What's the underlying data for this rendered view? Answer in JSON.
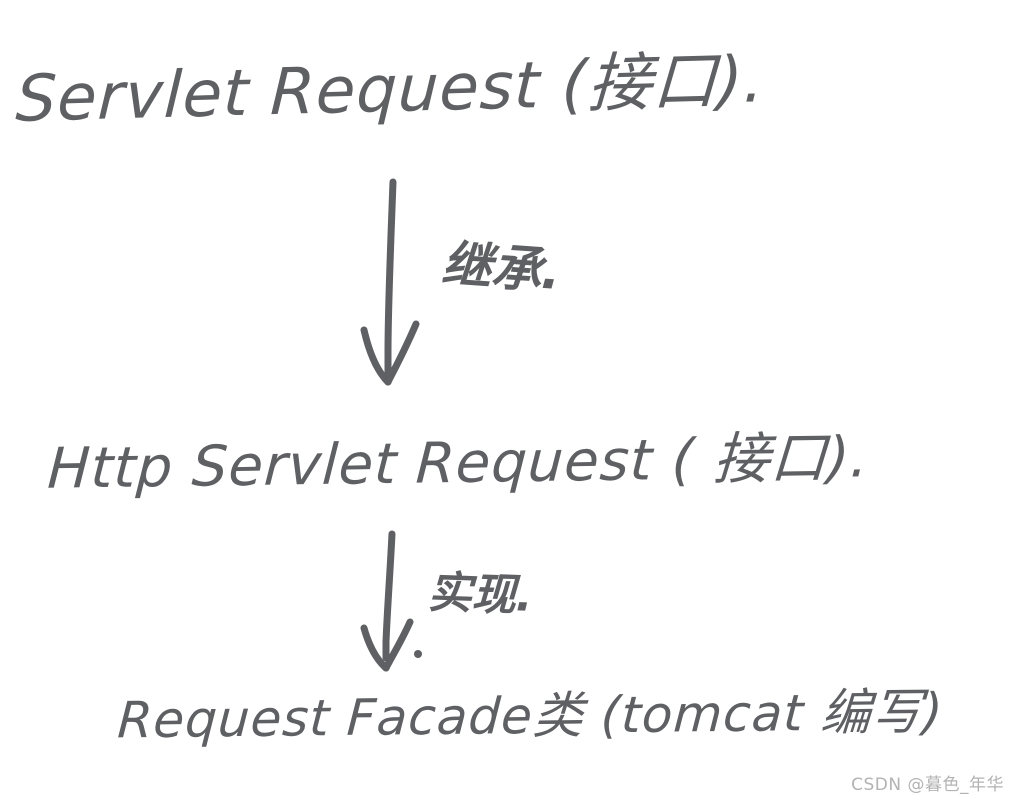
{
  "colors": {
    "ink": "#5f6063",
    "watermark": "#b3b3b3",
    "background": "#ffffff"
  },
  "diagram": {
    "type": "handwritten-class-hierarchy",
    "nodes": [
      {
        "id": "servlet-request",
        "label": "Servlet Request (接口)."
      },
      {
        "id": "http-servlet-request",
        "label": "Http Servlet Request ( 接口)."
      },
      {
        "id": "request-facade",
        "label": "Request Facade类 (tomcat 编写)"
      }
    ],
    "edges": [
      {
        "from": "servlet-request",
        "to": "http-servlet-request",
        "label": "继承."
      },
      {
        "from": "http-servlet-request",
        "to": "request-facade",
        "label": "实现."
      }
    ]
  },
  "watermark": {
    "text": "CSDN @暮色_年华"
  }
}
